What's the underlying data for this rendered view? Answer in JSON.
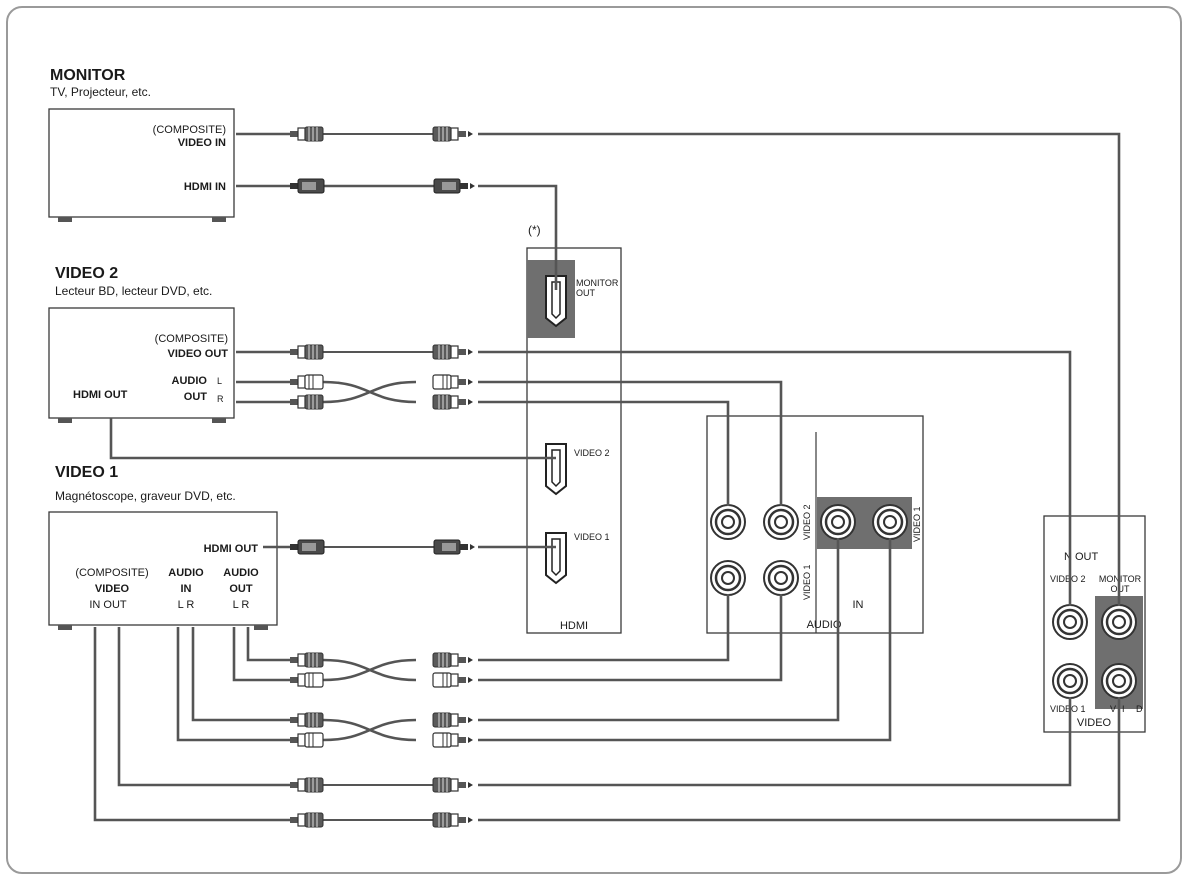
{
  "colors": {
    "wire": "#555555",
    "panel_dark": "#6f6f6f",
    "frame": "#9a9a9a",
    "jack_ring": "#3a3a3a"
  },
  "footnote_mark": "(*)",
  "monitor": {
    "title": "MONITOR",
    "subtitle": "TV, Projecteur, etc.",
    "composite_label": "(COMPOSITE)",
    "video_in_label": "VIDEO IN",
    "hdmi_in_label": "HDMI IN"
  },
  "video2": {
    "title": "VIDEO 2",
    "subtitle": "Lecteur BD, lecteur DVD, etc.",
    "composite_label": "(COMPOSITE)",
    "video_out_label": "VIDEO OUT",
    "audio_label": "AUDIO",
    "out_label": "OUT",
    "l_label": "L",
    "r_label": "R",
    "hdmi_out_label": "HDMI OUT"
  },
  "video1": {
    "title": "VIDEO 1",
    "subtitle": "Magnétoscope, graveur DVD, etc.",
    "hdmi_out_label": "HDMI  OUT",
    "composite_label": "(COMPOSITE)",
    "video_label": "VIDEO",
    "in_out_label": "IN  OUT",
    "audio_in_label": "AUDIO",
    "in_label": "IN",
    "audio_out_label": "AUDIO",
    "out_label": "OUT",
    "lr_label_1": "L  R",
    "lr_label_2": "L  R"
  },
  "hdmi_panel": {
    "monitor_out_label_1": "MONITOR",
    "monitor_out_label_2": "OUT",
    "video2_label": "VIDEO 2",
    "video1_label": "VIDEO 1",
    "panel_label": "HDMI"
  },
  "audio_panel": {
    "video2_label": "VIDEO 2",
    "video1_label": "VIDEO 1",
    "video1_label_right": "VIDEO 1",
    "in_label": "IN",
    "panel_label": "AUDIO"
  },
  "video_panel": {
    "in_out_label": "N OUT",
    "video2_label": "VIDEO 2",
    "monitor_out_label_1": "MONITOR",
    "monitor_out_label_2": "OUT",
    "video1_label": "VIDEO 1",
    "v_label": "V",
    "i_label": "I",
    "d_label": "D",
    "panel_label": "VIDEO"
  }
}
